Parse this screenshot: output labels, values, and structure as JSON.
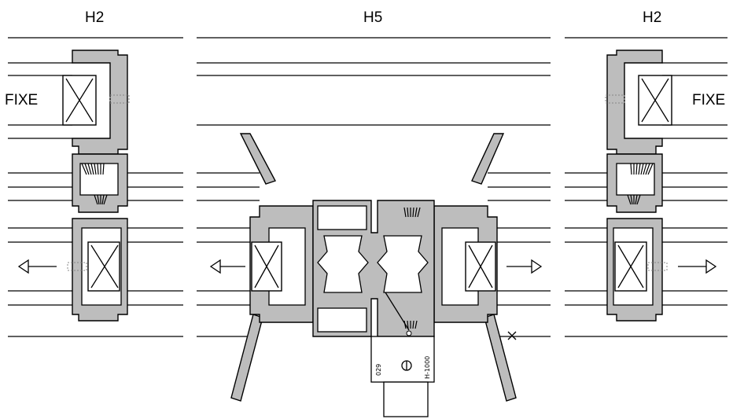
{
  "labels": {
    "left_title": "H2",
    "center_title": "H5",
    "right_title": "H2",
    "fixe_left": "FIXE",
    "fixe_right": "FIXE",
    "lock_code_left": "029",
    "lock_code_right": "H-1000"
  },
  "colors": {
    "profile_fill": "#bdbdbd",
    "line": "#000000",
    "background": "#ffffff"
  }
}
